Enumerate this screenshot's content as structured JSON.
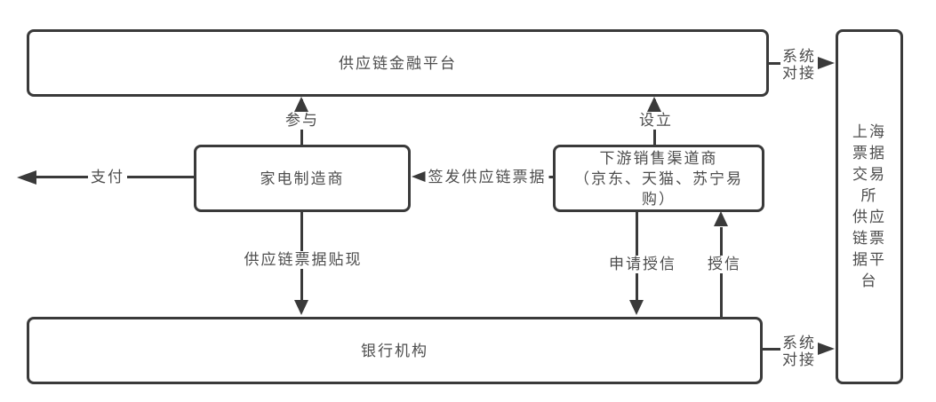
{
  "diagram": {
    "nodes": {
      "platform": {
        "label": "供应链金融平台"
      },
      "manufacturer": {
        "label": "家电制造商"
      },
      "downstream": {
        "lines": [
          "下游销售渠道商",
          "（京东、天猫、苏宁易",
          "购）"
        ]
      },
      "bank": {
        "label": "银行机构"
      },
      "exchange": {
        "lines": [
          "上海",
          "票据",
          "交易",
          "所",
          "供应",
          "链票",
          "据平",
          "台"
        ]
      }
    },
    "edges": {
      "pay": {
        "label": "支付"
      },
      "participate": {
        "label": "参与"
      },
      "establish": {
        "label": "设立"
      },
      "issue_bill": {
        "label": "签发供应链票据"
      },
      "discount": {
        "label": "供应链票据贴现"
      },
      "apply_credit": {
        "label": "申请授信"
      },
      "grant_credit": {
        "label": "授信"
      },
      "system_link_top": {
        "lines": [
          "系统",
          "对接"
        ]
      },
      "system_link_bottom": {
        "lines": [
          "系统",
          "对接"
        ]
      }
    },
    "colors": {
      "line": "#3a3a3a",
      "text": "#4d4d4d",
      "background": "#ffffff"
    }
  }
}
